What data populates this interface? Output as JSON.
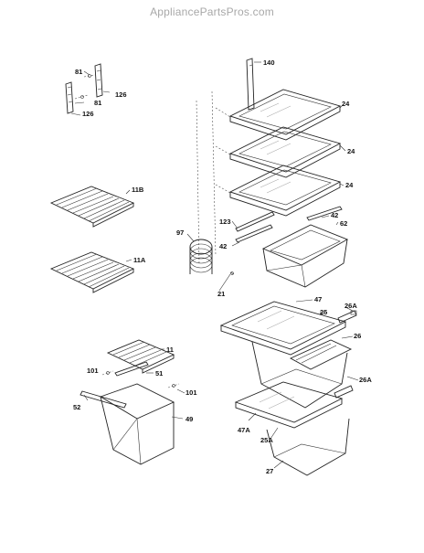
{
  "header": {
    "watermark": "AppliancePartsPros.com"
  },
  "labels": {
    "l81a": "81",
    "l81b": "81",
    "l126a": "126",
    "l126b": "126",
    "l140": "140",
    "l24a": "24",
    "l24b": "24",
    "l24c": "24",
    "l11b": "11B",
    "l11a": "11A",
    "l123": "123",
    "l42a": "42",
    "l42b": "42",
    "l62": "62",
    "l97": "97",
    "l21": "21",
    "l47": "47",
    "l26a1": "26A",
    "l25": "25",
    "l26": "26",
    "l26a2": "26A",
    "l11": "11",
    "l101a": "101",
    "l51": "51",
    "l101b": "101",
    "l52": "52",
    "l49": "49",
    "l47a": "47A",
    "l25a": "25A",
    "l27": "27"
  }
}
